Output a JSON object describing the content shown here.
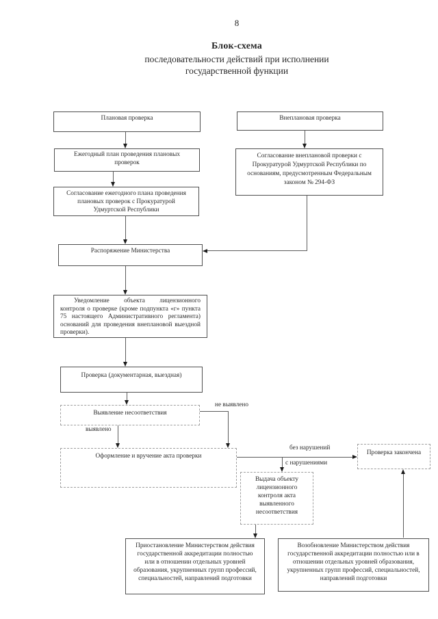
{
  "page": {
    "number": "8",
    "title": "Блок-схема",
    "subtitle_line1": "последовательности действий при исполнении",
    "subtitle_line2": "государственной функции"
  },
  "boxes": {
    "planned_inspection": {
      "label": "Плановая проверка"
    },
    "unplanned_inspection": {
      "label": "Внеплановая проверка"
    },
    "annual_plan": {
      "label": "Ежегодный план проведения плановых проверок"
    },
    "unplanned_approval": {
      "label": "Согласование внеплановой проверки с Прокуратурой Удмуртской Республики по основаниям, предусмотренным Федеральным законом № 294-ФЗ"
    },
    "annual_plan_approval": {
      "label": "Согласование ежегодного плана проведения плановых проверок с Прокуратурой Удмуртской Республики"
    },
    "ministry_order": {
      "label": "Распоряжение Министерства"
    },
    "notification": {
      "label": "Уведомление объекта лицензионного контроля о проверке (кроме подпункта «г» пункта 75 настоящего Административного регламента) оснований для проведения внеплановой выездной проверки)."
    },
    "inspection": {
      "label": "Проверка (документарная, выездная)"
    },
    "nonconformity_detection": {
      "label": "Выявление несоответствия"
    },
    "act_preparation": {
      "label": "Оформление и вручение акта проверки"
    },
    "inspection_finished": {
      "label": "Проверка закончена"
    },
    "act_issuance": {
      "label": "Выдача объекту лицензионного контроля акта выявленного несоответствия"
    },
    "suspension": {
      "label": "Приостановление Министерством действия государственной аккредитации полностью или в отношении отдельных уровней образования, укрупненных групп профессий, специальностей, направлений подготовки"
    },
    "resumption": {
      "label": "Возобновление Министерством действия государственной аккредитации полностью или в отношении отдельных уровней образования, укрупненных групп профессий, специальностей, направлений подготовки"
    }
  },
  "edge_labels": {
    "not_detected": "не выявлено",
    "detected": "выявлено",
    "without_violations": "без нарушений",
    "with_violations": "с нарушениями"
  },
  "colors": {
    "ink": "#2b2b2b",
    "box_border_solid": "#4e4e4e",
    "box_border_faded": "#9e9e9e",
    "connector_line": "#5a5a5a",
    "background": "#ffffff"
  }
}
